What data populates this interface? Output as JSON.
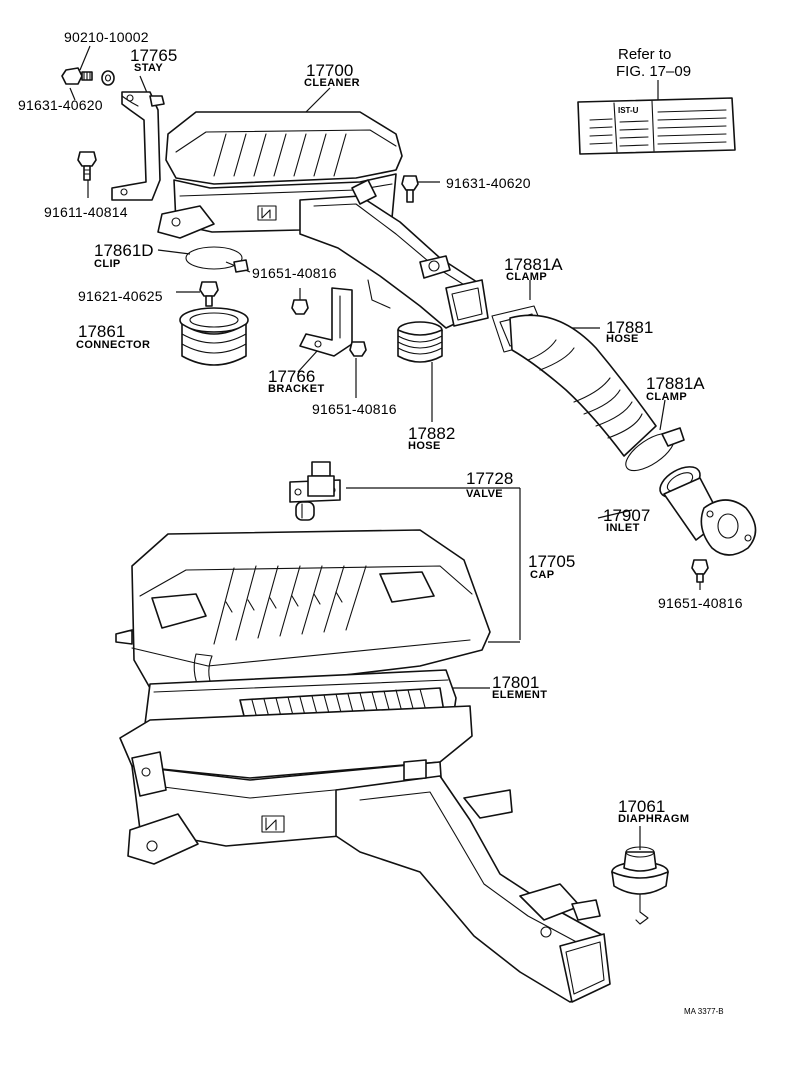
{
  "reference": {
    "line1": "Refer to",
    "line2": "FIG. 17–09",
    "card_text": "IST-U"
  },
  "drawing_code": "MA 3377-B",
  "parts": {
    "bolt_90210": {
      "number": "90210-10002"
    },
    "stay": {
      "number": "17765",
      "name": "STAY"
    },
    "bolt_91631_left": {
      "number": "91631-40620"
    },
    "cleaner": {
      "number": "17700",
      "name": "CLEANER"
    },
    "bolt_91631_right": {
      "number": "91631-40620"
    },
    "bolt_91611": {
      "number": "91611-40814"
    },
    "clip": {
      "number": "17861D",
      "name": "CLIP"
    },
    "bolt_91651_top": {
      "number": "91651-40816"
    },
    "bolt_91621": {
      "number": "91621-40625"
    },
    "connector": {
      "number": "17861",
      "name": "CONNECTOR"
    },
    "bracket": {
      "number": "17766",
      "name": "BRACKET"
    },
    "bolt_91651_mid": {
      "number": "91651-40816"
    },
    "hose_17882": {
      "number": "17882",
      "name": "HOSE"
    },
    "clamp_top": {
      "number": "17881A",
      "name": "CLAMP"
    },
    "hose_17881": {
      "number": "17881",
      "name": "HOSE"
    },
    "clamp_bottom": {
      "number": "17881A",
      "name": "CLAMP"
    },
    "valve": {
      "number": "17728",
      "name": "VALVE"
    },
    "inlet": {
      "number": "17907",
      "name": "INLET"
    },
    "cap": {
      "number": "17705",
      "name": "CAP"
    },
    "bolt_91651_right": {
      "number": "91651-40816"
    },
    "element": {
      "number": "17801",
      "name": "ELEMENT"
    },
    "diaphragm": {
      "number": "17061",
      "name": "DIAPHRAGM"
    }
  }
}
